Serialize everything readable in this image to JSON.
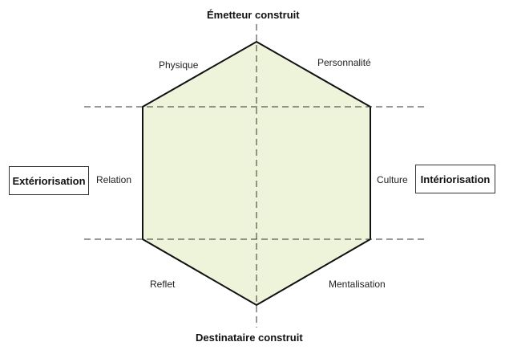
{
  "diagram": {
    "top_title": "Émetteur construit",
    "bottom_title": "Destinataire construit",
    "left_box": "Extériorisation",
    "right_box": "Intériorisation",
    "facets": {
      "physique": "Physique",
      "personnalite": "Personnalité",
      "relation": "Relation",
      "culture": "Culture",
      "reflet": "Reflet",
      "mentalisation": "Mentalisation"
    },
    "colors": {
      "fill": "#eef4da",
      "stroke": "#111111"
    }
  }
}
